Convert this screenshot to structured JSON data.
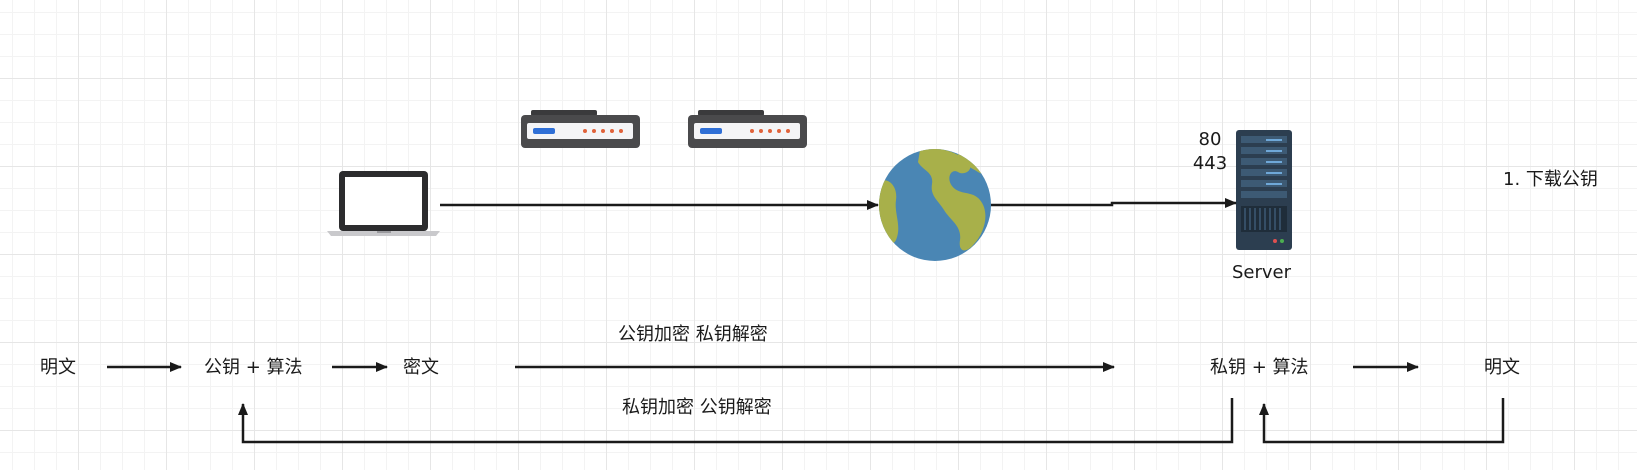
{
  "server": {
    "label": "Server",
    "ports": [
      "80",
      "443"
    ]
  },
  "annotation": "1. 下载公钥",
  "flow": {
    "left_plaintext": "明文",
    "left_key_algo": "公钥 + 算法",
    "ciphertext": "密文",
    "right_key_algo": "私钥 + 算法",
    "right_plaintext": "明文",
    "top_caption": "公钥加密  私钥解密",
    "bottom_caption": "私钥加密 公钥解密"
  },
  "colors": {
    "line": "#1a1a1a",
    "device_body": "#4a4a4c",
    "globe_ocean": "#4a86b4",
    "globe_land": "#a8b04a"
  }
}
